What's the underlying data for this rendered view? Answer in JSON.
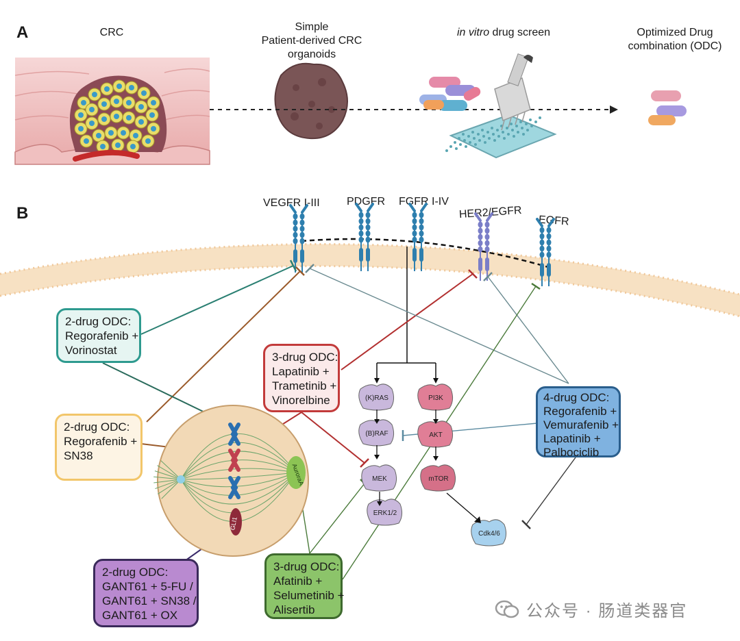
{
  "panel_a": {
    "letter": "A",
    "steps": [
      {
        "lines": [
          "CRC"
        ],
        "italic": ""
      },
      {
        "lines": [
          "Simple",
          "Patient-derived CRC",
          "organoids"
        ],
        "italic": ""
      },
      {
        "italic": "in vitro",
        "rest": " drug screen"
      },
      {
        "lines": [
          "Optimized Drug",
          "combination (ODC)"
        ]
      }
    ]
  },
  "panel_b": {
    "letter": "B",
    "receptors": [
      "VEGFR I-III",
      "PDGFR",
      "FGFR I-IV",
      "HER2/EGFR",
      "EGFR"
    ],
    "pathway_nodes": [
      "(K)RAS",
      "(B)RAF",
      "MEK",
      "ERK1/2",
      "PI3K",
      "AKT",
      "mTOR",
      "Cdk4/6"
    ],
    "spindle_labels": [
      "AuroraA",
      "GLI1"
    ],
    "odc_boxes": [
      {
        "id": "vorinostat",
        "lines": [
          "2-drug ODC:",
          "Regorafenib +",
          "Vorinostat"
        ],
        "border": "#2e9a8f",
        "fill": "#e6f5f2"
      },
      {
        "id": "sn38",
        "lines": [
          "2-drug ODC:",
          "Regorafenib +",
          "SN38"
        ],
        "border": "#f2c66a",
        "fill": "#fdf4e4"
      },
      {
        "id": "lapatinib",
        "lines": [
          "3-drug ODC:",
          "Lapatinib +",
          "Trametinib +",
          "Vinorelbine"
        ],
        "border": "#c23a3a",
        "fill": "#fbeaea"
      },
      {
        "id": "four",
        "lines": [
          "4-drug ODC:",
          "Regorafenib +",
          "Vemurafenib +",
          "Lapatinib +",
          "Palbociclib"
        ],
        "border": "#2a5e8c",
        "fill": "#7fb2e0"
      },
      {
        "id": "gant",
        "lines": [
          "2-drug ODC:",
          "GANT61 + 5-FU /",
          "GANT61 + SN38 /",
          "GANT61 + OX"
        ],
        "border": "#3a2a5a",
        "fill": "#b98ad0"
      },
      {
        "id": "afatinib",
        "lines": [
          "3-drug ODC:",
          "Afatinib +",
          "Selumetinib +",
          "Alisertib"
        ],
        "border": "#3e6a2e",
        "fill": "#8cc46a"
      }
    ]
  },
  "watermark": "公众号 · 肠道类器官",
  "colors": {
    "membrane": "#f6dcb8",
    "receptor": "#2e7fae",
    "spindle_cell": "#f2d9b6",
    "node_purple": "#c9b8dc",
    "node_pink": "#e07e96",
    "node_blue": "#a7d1ee"
  }
}
